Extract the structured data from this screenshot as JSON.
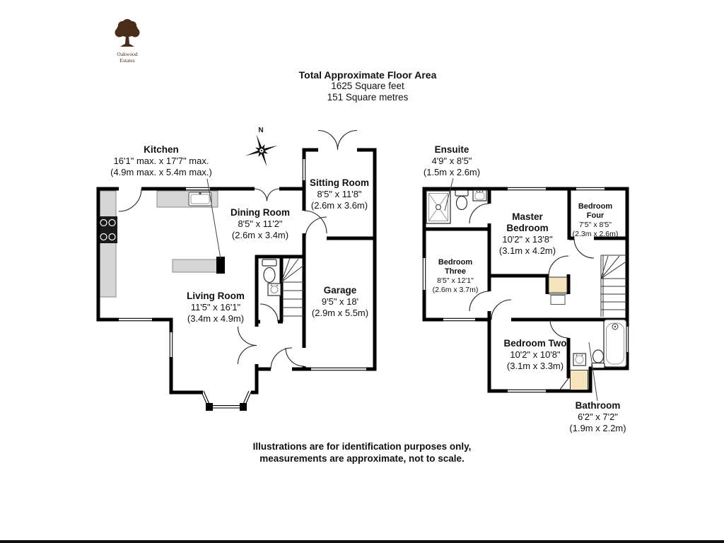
{
  "logo": {
    "line1": "Oakwood",
    "line2": "Estates"
  },
  "header": {
    "title": "Total Approximate Floor Area",
    "area_feet": "1625 Square feet",
    "area_metres": "151 Square metres"
  },
  "compass": {
    "north_label": "N"
  },
  "colors": {
    "wall_color": "#000000",
    "counter_color": "#d6d6d6",
    "cupboard_color": "#f6e4bd",
    "logo_color": "#4a2c1a"
  },
  "ground_floor": {
    "rooms": {
      "kitchen": {
        "name": "Kitchen",
        "imperial": "16'1\" max. x 17'7\" max.",
        "metric": "(4.9m max. x 5.4m max.)"
      },
      "dining": {
        "name": "Dining Room",
        "imperial": "8'5\" x 11'2\"",
        "metric": "(2.6m x 3.4m)"
      },
      "sitting": {
        "name": "Sitting Room",
        "imperial": "8'5\" x 11'8\"",
        "metric": "(2.6m x 3.6m)"
      },
      "living": {
        "name": "Living Room",
        "imperial": "11'5\" x 16'1\"",
        "metric": "(3.4m x 4.9m)"
      },
      "garage": {
        "name": "Garage",
        "imperial": "9'5\" x 18'",
        "metric": "(2.9m x 5.5m)"
      }
    }
  },
  "first_floor": {
    "rooms": {
      "ensuite": {
        "name": "Ensuite",
        "imperial": "4'9\" x 8'5\"",
        "metric": "(1.5m x 2.6m)"
      },
      "master": {
        "name": "Master\nBedroom",
        "imperial": "10'2\" x 13'8\"",
        "metric": "(3.1m x 4.2m)"
      },
      "bedroom_four": {
        "name": "Bedroom\nFour",
        "imperial": "7'5\" x 8'5\"",
        "metric": "(2.3m x 2.6m)"
      },
      "bedroom_three": {
        "name": "Bedroom\nThree",
        "imperial": "8'5\" x 12'1\"",
        "metric": "(2.6m x 3.7m)"
      },
      "bedroom_two": {
        "name": "Bedroom Two",
        "imperial": "10'2\" x 10'8\"",
        "metric": "(3.1m x 3.3m)"
      },
      "bathroom": {
        "name": "Bathroom",
        "imperial": "6'2\" x 7'2\"",
        "metric": "(1.9m x 2.2m)"
      }
    }
  },
  "footer": {
    "line1": "Illustrations are for identification purposes only,",
    "line2": "measurements are approximate, not to scale."
  }
}
